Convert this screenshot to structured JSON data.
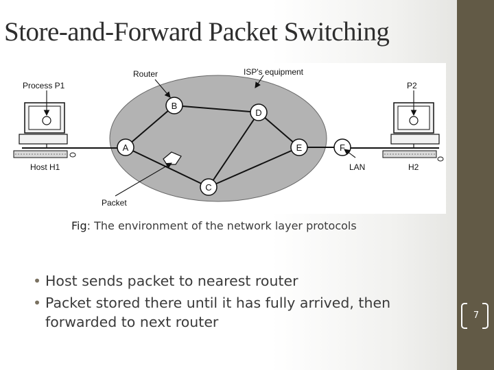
{
  "slide": {
    "title": "Store-and-Forward Packet Switching",
    "page_number": "7"
  },
  "figure": {
    "labels": {
      "process_p1": "Process P1",
      "router": "Router",
      "isp_equipment": "ISP's equipment",
      "p2": "P2",
      "host_h1": "Host H1",
      "lan": "LAN",
      "h2": "H2",
      "packet": "Packet"
    },
    "nodes": [
      "A",
      "B",
      "C",
      "D",
      "E",
      "F"
    ],
    "links": [
      [
        "A",
        "B"
      ],
      [
        "A",
        "C"
      ],
      [
        "B",
        "D"
      ],
      [
        "D",
        "C"
      ],
      [
        "D",
        "E"
      ],
      [
        "C",
        "E"
      ],
      [
        "E",
        "F"
      ]
    ],
    "colors": {
      "cloud": "#b3b3b3",
      "node": "#ffffff",
      "link": "#111111"
    }
  },
  "caption": {
    "prefix": "Fig",
    "text": ": The environment of the network layer protocols"
  },
  "bullets": [
    "Host sends packet to nearest router",
    "Packet stored there until it has fully arrived, then forwarded to next router"
  ]
}
